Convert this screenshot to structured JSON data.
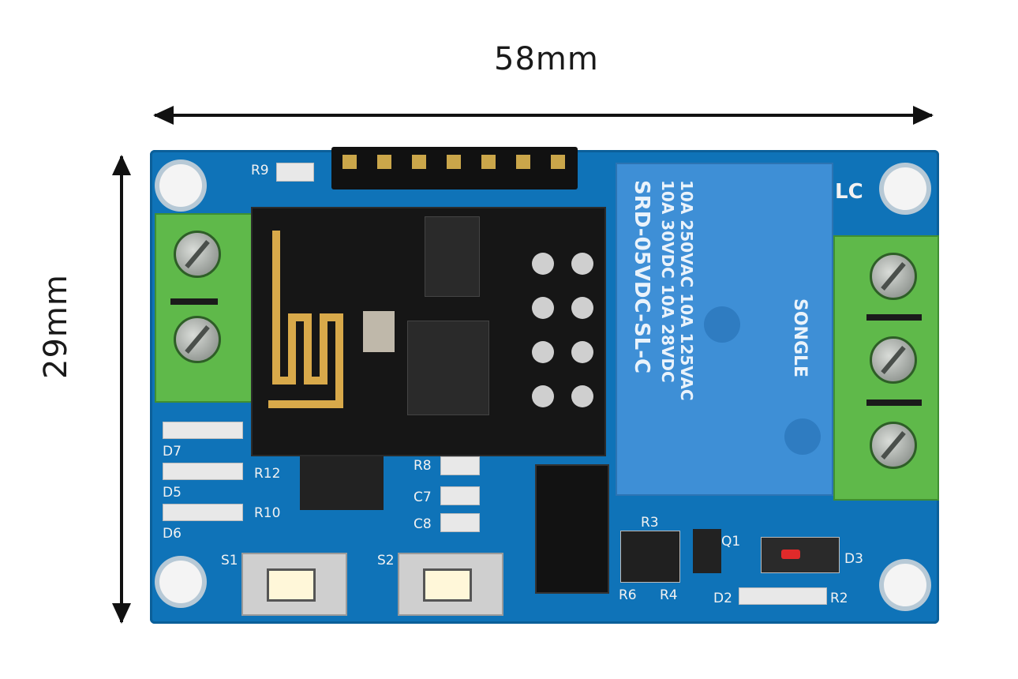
{
  "dimensions": {
    "width_label": "58mm",
    "height_label": "29mm"
  },
  "relay": {
    "rating_line_1": "10A 250VAC 10A 125VAC",
    "rating_line_2": "10A 30VDC 10A 28VDC",
    "model": "SRD-05VDC-SL-C",
    "brand": "SONGLE"
  },
  "silkscreen": {
    "r9": "R9",
    "lc": "LC",
    "d7": "D7",
    "d5": "D5",
    "d6": "D6",
    "r12": "R12",
    "r10": "R10",
    "r8": "R8",
    "c7": "C7",
    "c8": "C8",
    "s1": "S1",
    "s2": "S2",
    "r3": "R3",
    "q1": "Q1",
    "r6": "R6",
    "r4": "R4",
    "d3": "D3",
    "d2": "D2",
    "r2": "R2"
  },
  "colors": {
    "pcb": "#0f73b8",
    "terminal": "#5fb94a",
    "relay": "#3e8fd6",
    "esp_module": "#161616"
  }
}
